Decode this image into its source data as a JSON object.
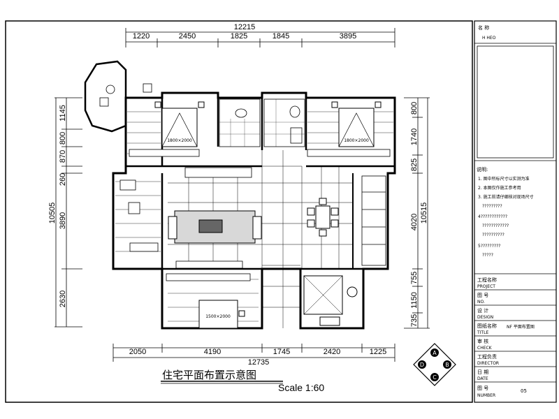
{
  "drawing": {
    "title": "住宅平面布置示意图",
    "scale": "Scale 1:60",
    "top_overall": "12215",
    "top_segments": [
      "1220",
      "2450",
      "1825",
      "1845",
      "3895"
    ],
    "bottom_overall": "12735",
    "bottom_segments": [
      "2050",
      "4190",
      "1745",
      "2420",
      "1225"
    ],
    "left_overall": "10505",
    "left_segments": [
      "1145",
      "800",
      "870",
      "260",
      "3890",
      "2630"
    ],
    "right_overall": "10515",
    "right_segments": [
      "800",
      "1740",
      "825",
      "4020",
      "755",
      "1150",
      "735"
    ],
    "room_labels": [
      "1800×2000",
      "1800×2000",
      "1500×2000"
    ],
    "compass_labels": [
      "A",
      "B",
      "C",
      "D"
    ]
  },
  "title_block": {
    "logo_area": [
      "名  称",
      "H HEO"
    ],
    "notes_header": "说明:",
    "notes": [
      "1. 图中所标尺寸以实测为准",
      "2. 本图仅作施工参考用",
      "3. 施工前请仔细核对现场尺寸",
      "?????????",
      "4????????????",
      "????????????",
      "??????????",
      "5?????????",
      "?????"
    ],
    "rows": [
      {
        "label": "工程名称",
        "sub": "PROJECT",
        "value": ""
      },
      {
        "label": "图  号",
        "sub": "NO.",
        "value": ""
      },
      {
        "label": "设  计",
        "sub": "DESIGN",
        "value": ""
      },
      {
        "label": "图纸名称",
        "sub": "TITLE",
        "value": "NF 平面布置图"
      },
      {
        "label": "审  核",
        "sub": "CHECK",
        "value": ""
      },
      {
        "label": "工程负责",
        "sub": "DIRECTOR",
        "value": ""
      },
      {
        "label": "日  期",
        "sub": "DATE",
        "value": ""
      },
      {
        "label": "图  号",
        "sub": "NUMBER",
        "value": "05"
      }
    ]
  }
}
